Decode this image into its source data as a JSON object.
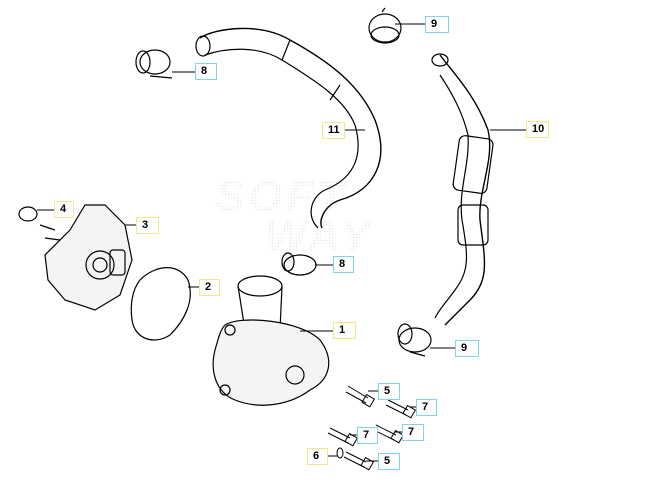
{
  "watermark": {
    "line1": "SOFT",
    "line2": "WAY"
  },
  "labels": [
    "8",
    "9",
    "11",
    "10",
    "4",
    "3",
    "8",
    "2",
    "1",
    "9",
    "5",
    "7",
    "7",
    "7",
    "6",
    "5"
  ],
  "colors": {
    "blue_box": "#7fd6e6",
    "yellow_box": "#f2e88a",
    "line": "#000000"
  }
}
